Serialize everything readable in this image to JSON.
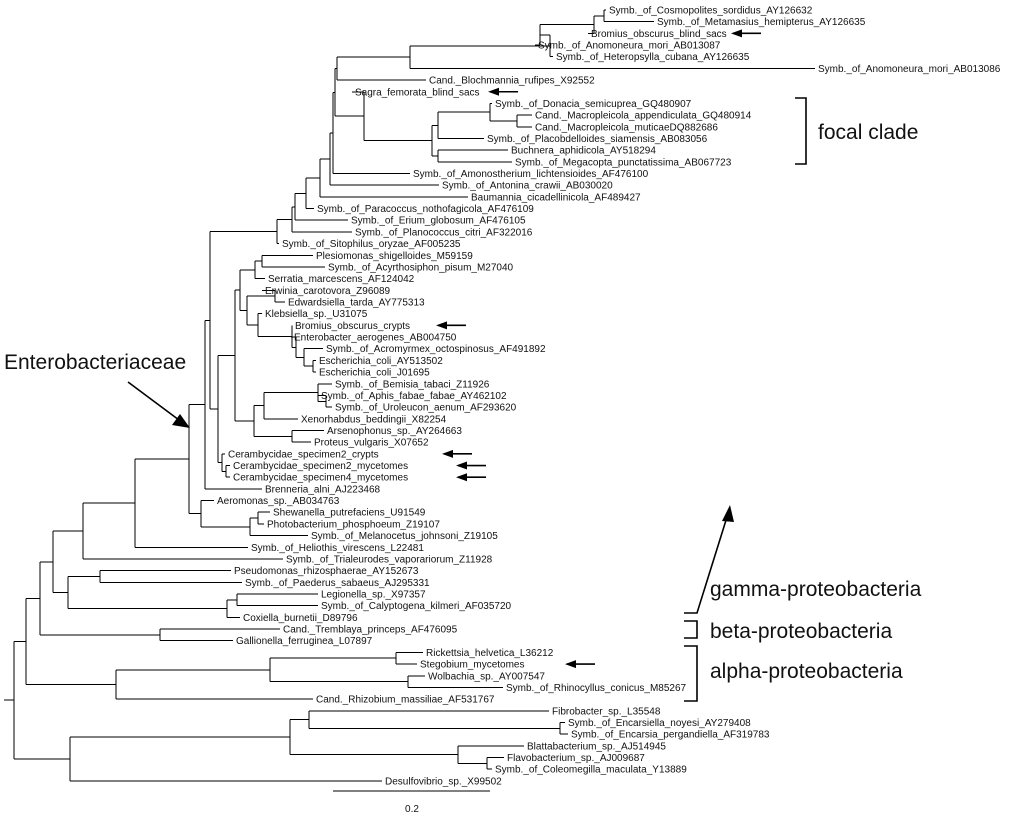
{
  "taxa": [
    "Symb._of_Cosmopolites_sordidus_AY126632",
    "Symb._of_Metamasius_hemipterus_AY126635",
    "Bromius_obscurus_blind_sacs",
    "Symb._of_Anomoneura_mori_AB013087",
    "Symb._of_Heteropsylla_cubana_AY126635",
    "Symb._of_Anomoneura_mori_AB013086",
    "Cand._Blochmannia_rufipes_X92552",
    "Sagra_femorata_blind_sacs",
    "Symb._of_Donacia_semicuprea_GQ480907",
    "Cand._Macropleicola_appendiculata_GQ480914",
    "Cand._Macropleicola_muticaeDQ882686",
    "Symb._of_Placobdelloides_siamensis_AB083056",
    "Buchnera_aphidicola_AY518294",
    "Symb._of_Megacopta_punctatissima_AB067723",
    "Symb._of_Amonostherium_lichtensioides_AF476100",
    "Symb._of_Antonina_crawii_AB030020",
    "Baumannia_cicadellinicola_AF489427",
    "Symb._of_Paracoccus_nothofagicola_AF476109",
    "Symb._of_Erium_globosum_AF476105",
    "Symb._of_Planococcus_citri_AF322016",
    "Symb._of_Sitophilus_oryzae_AF005235",
    "Plesiomonas_shigelloides_M59159",
    "Symb._of_Acyrthosiphon_pisum_M27040",
    "Serratia_marcescens_AF124042",
    "Erwinia_carotovora_Z96089",
    "Edwardsiella_tarda_AY775313",
    "Klebsiella_sp._U31075",
    "Bromius_obscurus_crypts",
    "Enterobacter_aerogenes_AB004750",
    "Symb._of_Acromyrmex_octospinosus_AF491892",
    "Escherichia_coli_AY513502",
    "Escherichia_coli_J01695",
    "Symb._of_Bemisia_tabaci_Z11926",
    "Symb._of_Aphis_fabae_fabae_AY462102",
    "Symb._of_Uroleucon_aenum_AF293620",
    "Xenorhabdus_beddingii_X82254",
    "Arsenophonus_sp._AY264663",
    "Proteus_vulgaris_X07652",
    "Cerambycidae_specimen2_crypts",
    "Cerambycidae_specimen2_mycetomes",
    "Cerambycidae_specimen4_mycetomes",
    "Brenneria_alni_AJ223468",
    "Aeromonas_sp._AB034763",
    "Shewanella_putrefaciens_U91549",
    "Photobacterium_phosphoeum_Z19107",
    "Symb._of_Melanocetus_johnsoni_Z19105",
    "Symb._of_Heliothis_virescens_L22481",
    "Symb._of_Trialeurodes_vaporariorum_Z11928",
    "Pseudomonas_rhizosphaerae_AY152673",
    "Symb._of_Paederus_sabaeus_AJ295331",
    "Legionella_sp._X97357",
    "Symb._of_Calyptogena_kilmeri_AF035720",
    "Coxiella_burnetii_D89796",
    "Cand._Tremblaya_princeps_AF476095",
    "Gallionella_ferruginea_L07897",
    "Rickettsia_helvetica_L36212",
    "Stegobium_mycetomes",
    "Wolbachia_sp._AY007547",
    "Symb._of_Rhinocyllus_conicus_M85267",
    "Cand._Rhizobium_massiliae_AF531767",
    "Fibrobacter_sp._L35548",
    "Symb._of_Encarsiella_noyesi_AY279408",
    "Symb._of_Encarsia_pergandiella_AF319783",
    "Blattabacterium_sp._AJ514945",
    "Flavobacterium_sp._AJ009687",
    "Symb._of_Coleomegilla_maculata_Y13889",
    "Desulfovibrio_sp._X99502"
  ],
  "annotations": {
    "focal_clade": "focal clade",
    "enterobacteriaceae": "Enterobacteriaceae",
    "gamma": "gamma-proteobacteria",
    "beta": "beta-proteobacteria",
    "alpha": "alpha-proteobacteria"
  },
  "scale_bar": {
    "label": "0.2"
  }
}
